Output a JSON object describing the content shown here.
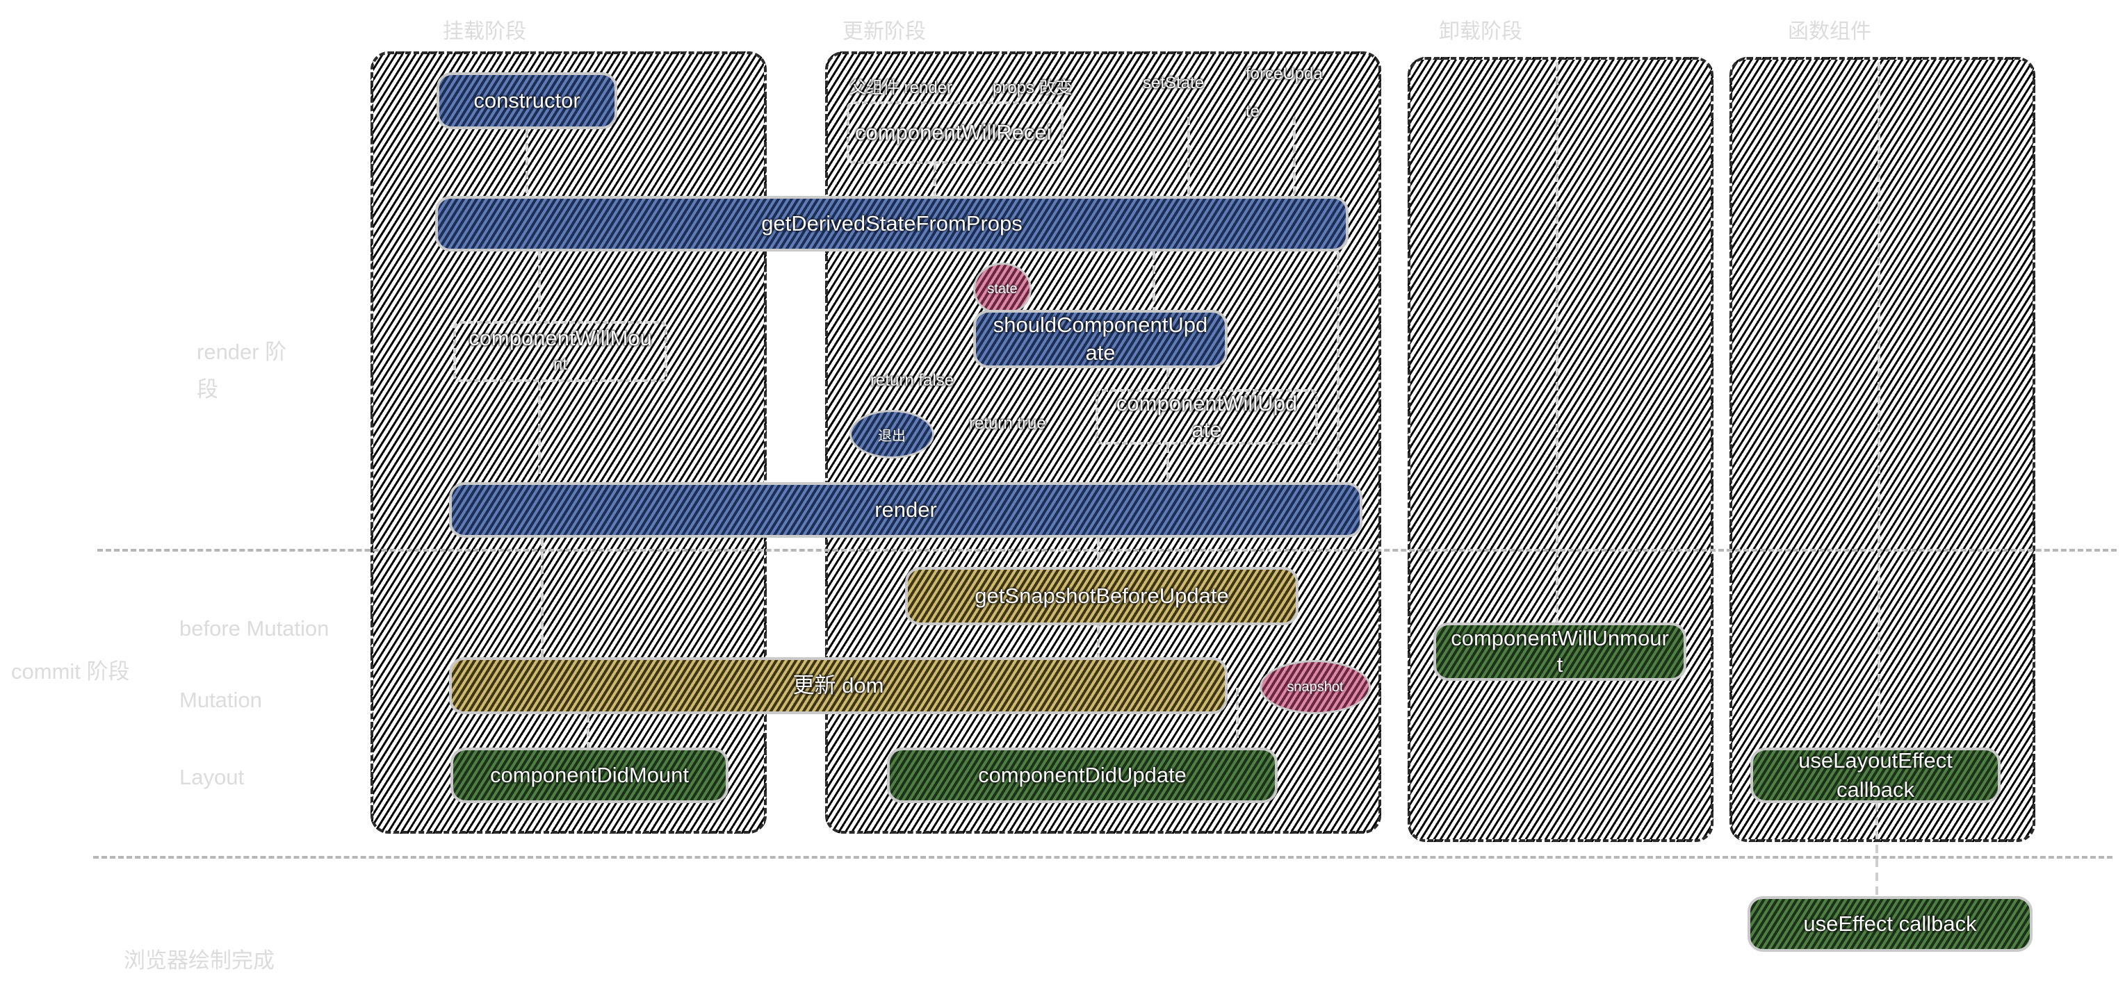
{
  "phases": {
    "mount": "挂载阶段",
    "update": "更新阶段",
    "unmount": "卸载阶段",
    "function_component": "函数组件"
  },
  "side_labels": {
    "render_line1": "render 阶",
    "render_line2": "段",
    "commit": "commit 阶段",
    "before_mutation": "before Mutation",
    "mutation": "Mutation",
    "layout": "Layout",
    "browser_paint": "浏览器绘制完成"
  },
  "nodes": {
    "constructor": "constructor",
    "get_derived_state": "getDerivedStateFromProps",
    "component_will_mount_line1": "componentWillMou",
    "component_will_mount_line2": "nt",
    "render": "render",
    "update_dom": "更新 dom",
    "component_did_mount": "componentDidMount",
    "triggers_parent": "父组件 render",
    "triggers_props": "props 改变",
    "triggers_setstate": "setState",
    "triggers_force_line1": "forceUpda",
    "triggers_force_line2": "te",
    "component_will_receive": "componentWillRecei",
    "state_bubble": "state",
    "should_update_line1": "shouldComponentUpd",
    "should_update_line2": "ate",
    "return_false": "return false",
    "exit_bubble": "退出",
    "return_true": "return true",
    "will_update_line1": "componentWillUpd",
    "will_update_line2": "ate",
    "get_snapshot": "getSnapshotBeforeUpdate",
    "snapshot_bubble": "snapshot",
    "component_did_update": "componentDidUpdate",
    "will_unmount_line1": "componentWillUnmour",
    "will_unmount_line2": "t",
    "use_layout_effect_line1": "useLayoutEffect",
    "use_layout_effect_line2": "callback",
    "use_effect": "useEffect callback"
  }
}
